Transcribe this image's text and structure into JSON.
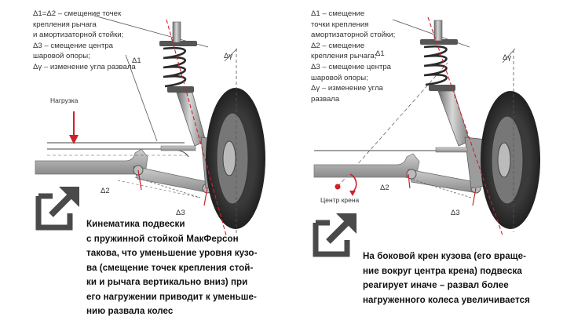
{
  "left": {
    "legend": [
      "Δ1=Δ2 – смещение точек",
      "крепления рычага",
      "и амортизаторной стойки;",
      "Δ3 – смещение центра",
      "шаровой опоры;",
      "Δγ – изменение угла развала"
    ],
    "load_label": "Нагрузка",
    "labels": {
      "d1": "Δ1",
      "d2": "Δ2",
      "d3": "Δ3",
      "dg": "Δγ"
    },
    "caption": [
      "Кинематика подвески",
      "с пружинной стойкой МакФерсон",
      "такова, что уменьшение уровня кузо-",
      "ва (смещение точек крепления стой-",
      "ки и рычага вертикально вниз) при",
      "его нагружении приводит к уменьше-",
      "нию развала колес"
    ]
  },
  "right": {
    "legend": [
      "Δ1 – смещение",
      "точки крепления",
      "амортизаторной стойки;",
      "Δ2 – смещение",
      "крепления рычага;",
      "Δ3 – смещение центра",
      "шаровой опоры;",
      "Δγ – изменение угла",
      "развала"
    ],
    "roll_center_label": "Центр крена",
    "labels": {
      "d1": "Δ1",
      "d2": "Δ2",
      "d3": "Δ3",
      "dg": "Δγ"
    },
    "caption": [
      "На боковой крен кузова (его враще-",
      "ние вокруг центра крена) подвеска",
      "реагирует иначе – развал более",
      "нагруженного колеса увеличивается"
    ]
  },
  "colors": {
    "accent": "#d0202a",
    "metal": "#9a9a9a",
    "tire": "#1b1b1b",
    "icon": "#4a4a4a"
  },
  "icons": [
    "external-link-icon",
    "load-arrow-icon",
    "rotation-arrow-icon"
  ]
}
